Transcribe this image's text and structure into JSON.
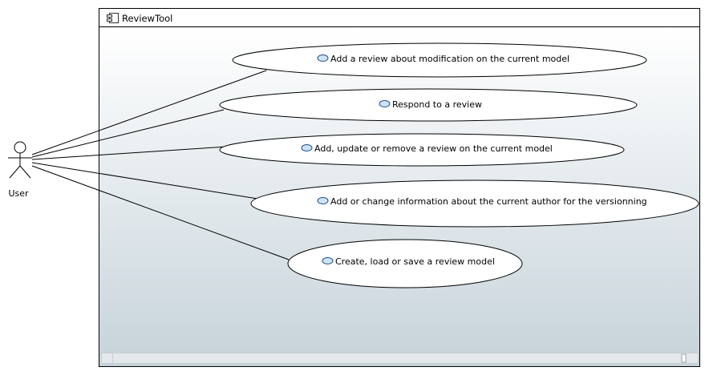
{
  "frame": {
    "title": "ReviewTool",
    "icon": "component-icon"
  },
  "actor": {
    "label": "User",
    "icon": "stick-figure-icon"
  },
  "use_cases": [
    {
      "label": "Add a review about modification on the current model"
    },
    {
      "label": "Respond to a review"
    },
    {
      "label": "Add, update or remove a review on the current model"
    },
    {
      "label": "Add or change information about the current author for the versionning"
    },
    {
      "label": "Create, load or save a review model"
    }
  ],
  "colors": {
    "frame_gradient_top": "#ffffff",
    "frame_gradient_bottom": "#c6d3da",
    "usecase_icon_fill": "#cfe3f5",
    "usecase_icon_stroke": "#1f4e8a"
  }
}
